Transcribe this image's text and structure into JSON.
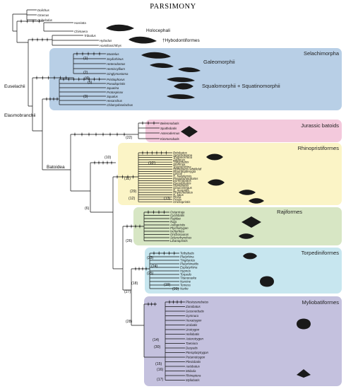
{
  "title": "PARSIMONY",
  "colors": {
    "selachimorpha": "#b8cfe6",
    "jurassic_batoids": "#f3c9dc",
    "rhinopristiformes": "#fbf4c6",
    "rajiformes": "#d7e6c4",
    "torpediniformes": "#c7e6ef",
    "myliobatiformes": "#c4c1de",
    "branch": "#111111"
  },
  "clades": {
    "selachimorpha": "Selachimorpha",
    "galeomorphii": "Galeomorphii",
    "squalomorphii": "Squalomorphii + Squatinomorphii",
    "jurassic": "Jurassic batoids",
    "rhino": "Rhinopristiformes",
    "raji": "Rajiformes",
    "torpedo": "Torpediniformes",
    "mylio": "Myliobatiformes"
  },
  "groups": {
    "holocephali": "Holocephali",
    "hybodonti": "†Hybodontiformes",
    "euselachii": "Euselachii",
    "elasmo": "Elasmobranchii",
    "batoidea": "Batoidea"
  },
  "nodes": [
    "(1)",
    "(2)",
    "(3)",
    "(4)",
    "(5)",
    "(6)",
    "(10)",
    "(10')",
    "(11)",
    "(12)",
    "(13)",
    "(14)",
    "(15)",
    "(16)",
    "(17)",
    "(18)",
    "(19)",
    "(20)",
    "(22)",
    "(23)",
    "(24)",
    "(25)",
    "(26)",
    "(27)",
    "(28)",
    "(29)",
    "(30)"
  ],
  "taxa": {
    "outgroup": [
      "Dolichus",
      "Ozarcus",
      "Cobelodus",
      "Harriotta",
      "Chimaera"
    ],
    "hybodont": [
      "Tribodus",
      "Hybodus",
      "Hamiltonichthys"
    ],
    "galeo": [
      "Mustelus",
      "Scyliorhinus",
      "Heterodontus",
      "Hemiscyllium",
      "Ginglymostoma"
    ],
    "squalo": [
      "Pristiophorus",
      "Pseudopristis",
      "Squatina",
      "Protospinax",
      "Squalus",
      "Hexanchus",
      "Chlamydoselachus"
    ],
    "jurassic": [
      "Belemnobatis",
      "Spathobatis",
      "Asterodermus",
      "Kimmerobatis"
    ],
    "rhino": [
      "Britobatos",
      "Aptychotrema",
      "Trygonorrhina",
      "Zapteryx",
      "Tlalocbatos",
      "Stahlraja",
      "Trygonorhina",
      "Rhinobatos whitfieldi",
      "Rhombopterygia",
      "Iansan",
      "R. hakelensis",
      "Pseudorhinobatos",
      "Eorhinobatos",
      "Pseudobatos",
      "Rhinobatos",
      "Glaucostegus",
      "R. maronita",
      "Rhynchobatus",
      "R. latus",
      "Rhina",
      "Pristis",
      "Onchopristis"
    ],
    "raji": [
      "Ostarriraja",
      "Cyclobatis",
      "Rajidae",
      "Raja",
      "Asflapristis",
      "Ptychotrygon",
      "Ischyrhiza",
      "Onchosaurus",
      "Sclerorhynchus",
      "Libanopristis"
    ],
    "torpedo": [
      "Tethybatis",
      "Platyrhina",
      "Tingitanius",
      "Platyrhinoidis",
      "Eoplatyrhina",
      "Hypnos",
      "Torpedo",
      "Titanonarke",
      "Narcine",
      "Temera",
      "Narke"
    ],
    "mylio": [
      "Plesiozanobatus",
      "Zanobatus",
      "Gessnerbatis",
      "Gymnura",
      "Hexatrygon",
      "Urobatis",
      "Urotrygon",
      "Heliobatis",
      "Asterotrygon",
      "Taeniura",
      "Dasyatis",
      "Pteroplatytrygon",
      "Potamotrygon",
      "Plesiobatis",
      "Aetobatus",
      "Mobula",
      "Rhinoptera",
      "Myliobatis"
    ]
  }
}
